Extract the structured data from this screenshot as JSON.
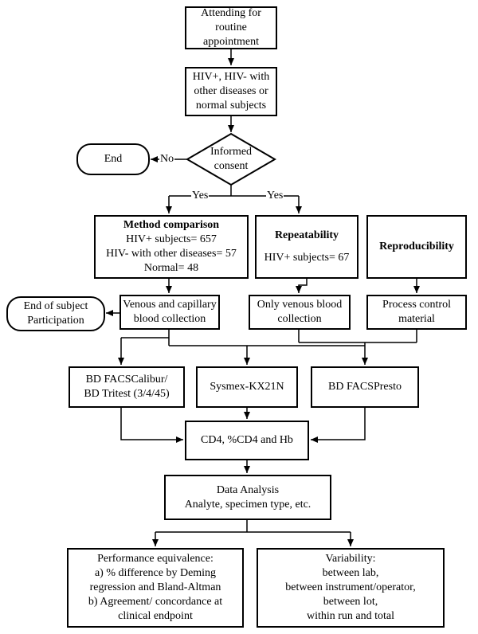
{
  "nodes": {
    "start": [
      "Attending for routine",
      "appointment"
    ],
    "subjects": [
      "HIV+, HIV- with",
      "other diseases or",
      "normal subjects"
    ],
    "consent": [
      "Informed",
      "consent"
    ],
    "end": [
      "End"
    ],
    "method_comparison": {
      "title": "Method comparison",
      "lines": [
        "HIV+ subjects= 657",
        "HIV- with other diseases= 57",
        "Normal= 48"
      ]
    },
    "repeatability": {
      "title": "Repeatability",
      "lines": [
        "HIV+ subjects= 67"
      ]
    },
    "reproducibility": {
      "title": "Reproducibility"
    },
    "end_participation": [
      "End of subject",
      "Participation"
    ],
    "venous_capillary": [
      "Venous and capillary",
      "blood collection"
    ],
    "venous_only": [
      "Only venous blood",
      "collection"
    ],
    "process_control": [
      "Process control",
      "material"
    ],
    "facscalibur": [
      "BD FACSCalibur/",
      "BD Tritest (3/4/45)"
    ],
    "sysmex": [
      "Sysmex-KX21N"
    ],
    "facspresto": [
      "BD FACSPresto"
    ],
    "cd4": [
      "CD4, %CD4 and Hb"
    ],
    "data_analysis": [
      "Data Analysis",
      "Analyte, specimen type, etc."
    ],
    "performance": [
      "Performance equivalence:",
      "a) % difference by Deming",
      "regression and Bland-Altman",
      "b) Agreement/ concordance at",
      "clinical endpoint"
    ],
    "variability": [
      "Variability:",
      "between lab,",
      "between instrument/operator,",
      "between lot,",
      "within run and total"
    ]
  },
  "edge_labels": {
    "no": "No",
    "yes_left": "Yes",
    "yes_right": "Yes"
  }
}
